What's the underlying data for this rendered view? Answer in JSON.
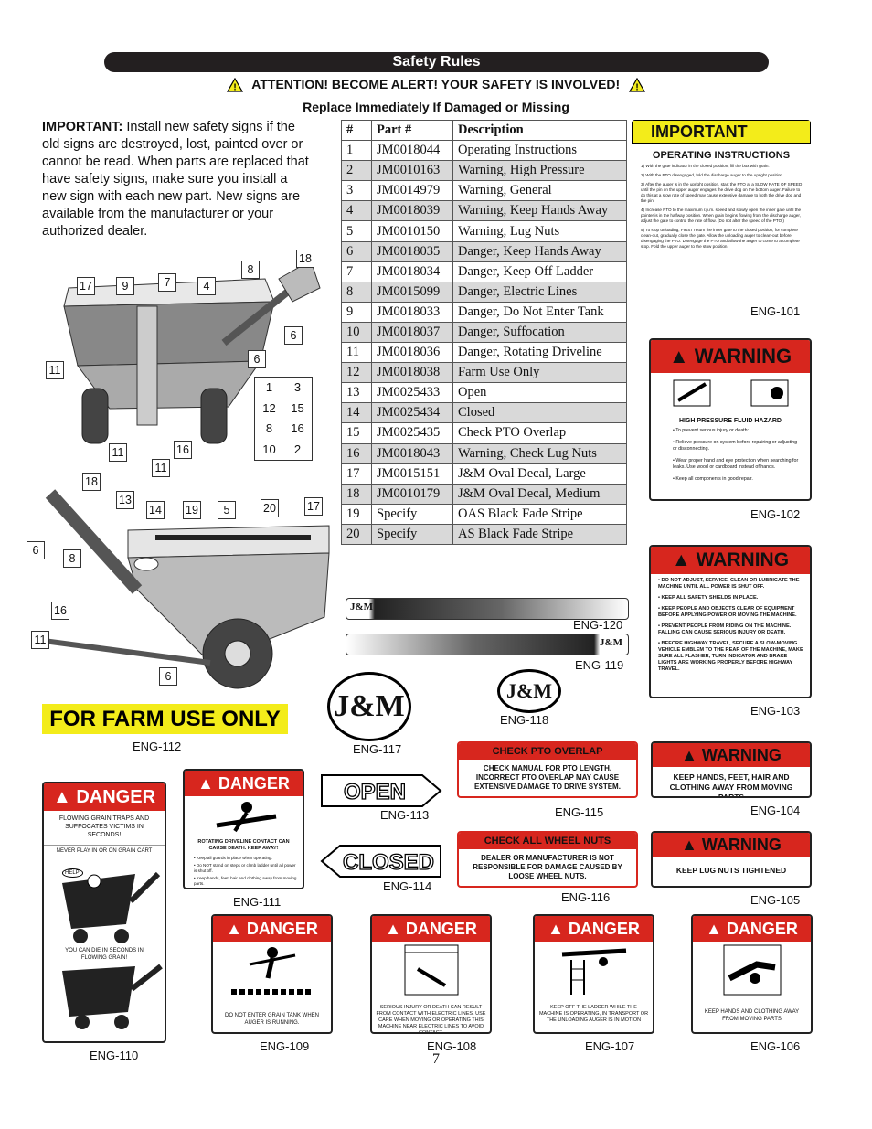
{
  "header": {
    "title": "Safety Rules",
    "attention": "ATTENTION!  BECOME ALERT!  YOUR SAFETY IS INVOLVED!",
    "replace": "Replace Immediately If Damaged or Missing"
  },
  "important_note": {
    "label": "IMPORTANT:",
    "text": " Install new safety signs if the old signs are destroyed, lost, painted over or cannot be read.  When parts are replaced that have safety signs, make sure you install a new sign with each new part.  New signs are available from the manufacturer or your authorized dealer."
  },
  "parts_table": {
    "headers": [
      "#",
      "Part #",
      "Description"
    ],
    "rows": [
      [
        "1",
        "JM0018044",
        "Operating Instructions"
      ],
      [
        "2",
        "JM0010163",
        "Warning, High Pressure"
      ],
      [
        "3",
        "JM0014979",
        "Warning, General"
      ],
      [
        "4",
        "JM0018039",
        "Warning, Keep Hands Away"
      ],
      [
        "5",
        "JM0010150",
        "Warning, Lug Nuts"
      ],
      [
        "6",
        "JM0018035",
        "Danger, Keep Hands Away"
      ],
      [
        "7",
        "JM0018034",
        "Danger, Keep Off Ladder"
      ],
      [
        "8",
        "JM0015099",
        "Danger, Electric Lines"
      ],
      [
        "9",
        "JM0018033",
        "Danger, Do Not Enter Tank"
      ],
      [
        "10",
        "JM0018037",
        "Danger, Suffocation"
      ],
      [
        "11",
        "JM0018036",
        "Danger, Rotating Driveline"
      ],
      [
        "12",
        "JM0018038",
        "Farm Use Only"
      ],
      [
        "13",
        "JM0025433",
        "Open"
      ],
      [
        "14",
        "JM0025434",
        "Closed"
      ],
      [
        "15",
        "JM0025435",
        "Check PTO Overlap"
      ],
      [
        "16",
        "JM0018043",
        "Warning, Check Lug Nuts"
      ],
      [
        "17",
        "JM0015151",
        "J&M Oval Decal, Large"
      ],
      [
        "18",
        "JM0010179",
        "J&M Oval Decal, Medium"
      ],
      [
        "19",
        "Specify",
        "OAS Black Fade Stripe"
      ],
      [
        "20",
        "Specify",
        "AS Black Fade Stripe"
      ]
    ]
  },
  "diagram": {
    "top_callouts": [
      "17",
      "9",
      "7",
      "4",
      "8",
      "18",
      "6",
      "6",
      "11",
      "11",
      "16",
      "11"
    ],
    "grid": [
      "1",
      "3",
      "12",
      "15",
      "8",
      "16",
      "10",
      "2"
    ],
    "side_callouts": [
      "18",
      "13",
      "14",
      "19",
      "5",
      "20",
      "17",
      "6",
      "8",
      "16",
      "11",
      "6"
    ]
  },
  "signs": {
    "eng101": {
      "code": "ENG-101",
      "title": "IMPORTANT",
      "subtitle": "OPERATING INSTRUCTIONS",
      "items": [
        "1)  With the gate indicator in the closed position, fill the box with grain.",
        "2)  With the PTO disengaged, fold the discharge auger to the upright position.",
        "3)  After the auger is in the upright position, start the PTO at a SLOW RATE OF SPEED until the pin on the upper auger engages the drive dog on the bottom auger. Failure to do this at a slow rate of speed may cause extensive damage to both the drive dog and the pin.",
        "4)  Increase PTO to the maximum r.p.m. speed and slowly open the inner gate until the pointer is in the halfway position.  When grain begins flowing from the discharge auger, adjust the gate to control the rate of flow. (Do not alter the speed of the PTO.)",
        "5)  To stop unloading, FIRST return the inner gate to the closed position, for complete clean-out, gradually close the gate.  Allow the unloading auger to clean-out before disengaging the PTO.  Disengage the PTO and allow the auger to come to a complete stop.  Fold the upper auger to the stow position."
      ]
    },
    "eng102": {
      "code": "ENG-102",
      "title": "WARNING",
      "heading": "HIGH PRESSURE FLUID HAZARD",
      "items": [
        "To prevent serious injury or death:",
        "Relieve pressure on system before repairing or adjusting or disconnecting.",
        "Wear proper hand and eye protection when searching for leaks.  Use wood or cardboard instead of hands.",
        "Keep all components in good repair."
      ]
    },
    "eng103": {
      "code": "ENG-103",
      "title": "WARNING",
      "items": [
        "DO NOT ADJUST, SERVICE, CLEAN OR LUBRICATE THE MACHINE UNTIL ALL POWER IS SHUT OFF.",
        "KEEP ALL SAFETY SHIELDS IN PLACE.",
        "KEEP PEOPLE AND OBJECTS CLEAR OF EQUIPMENT BEFORE APPLYING POWER OR MOVING THE MACHINE.",
        "PREVENT PEOPLE FROM RIDING ON THE MACHINE.  FALLING CAN CAUSE SERIOUS INJURY OR DEATH.",
        "BEFORE HIGHWAY TRAVEL, SECURE A SLOW-MOVING VEHICLE EMBLEM TO THE REAR OF THE MACHINE, MAKE SURE ALL FLASHER, TURN INDICATOR AND BRAKE LIGHTS ARE WORKING PROPERLY BEFORE HIGHWAY TRAVEL."
      ]
    },
    "eng104": {
      "code": "ENG-104",
      "title": "WARNING",
      "text": "KEEP HANDS, FEET, HAIR AND CLOTHING AWAY FROM MOVING PARTS"
    },
    "eng105": {
      "code": "ENG-105",
      "title": "WARNING",
      "text": "KEEP LUG NUTS TIGHTENED"
    },
    "eng115": {
      "code": "ENG-115",
      "title": "CHECK PTO OVERLAP",
      "text": "CHECK MANUAL FOR PTO LENGTH. INCORRECT PTO OVERLAP MAY CAUSE EXTENSIVE DAMAGE TO DRIVE SYSTEM."
    },
    "eng116": {
      "code": "ENG-116",
      "title": "CHECK ALL WHEEL NUTS",
      "text": "DEALER OR MANUFACTURER IS NOT RESPONSIBLE FOR DAMAGE CAUSED BY LOOSE WHEEL NUTS."
    },
    "eng113": {
      "code": "ENG-113",
      "text": "OPEN"
    },
    "eng114": {
      "code": "ENG-114",
      "text": "CLOSED"
    },
    "eng120": {
      "code": "ENG-120"
    },
    "eng119": {
      "code": "ENG-119"
    },
    "eng118": {
      "code": "ENG-118"
    },
    "eng117": {
      "code": "ENG-117"
    },
    "eng112": {
      "code": "ENG-112",
      "text": "FOR FARM USE ONLY"
    },
    "eng110": {
      "code": "ENG-110",
      "title": "DANGER",
      "line1": "FLOWING GRAIN TRAPS AND SUFFOCATES VICTIMS IN SECONDS!",
      "line2": "NEVER PLAY IN OR ON GRAIN CART",
      "help": "HELP!",
      "line3": "YOU CAN DIE IN SECONDS IN FLOWING GRAIN!"
    },
    "eng111": {
      "code": "ENG-111",
      "title": "DANGER",
      "heading": "ROTATING DRIVELINE CONTACT CAN CAUSE DEATH.  KEEP AWAY!",
      "items": [
        "Keep all guards in place when operating.",
        "Do NOT stand on steps or climb ladder until all power is shut off.",
        "Keep hands, feet, hair and clothing away from moving parts."
      ]
    },
    "eng109": {
      "code": "ENG-109",
      "title": "DANGER",
      "text": "DO NOT ENTER GRAIN TANK WHEN AUGER IS RUNNING."
    },
    "eng108": {
      "code": "ENG-108",
      "title": "DANGER",
      "text": "SERIOUS INJURY OR DEATH CAN RESULT FROM CONTACT WITH ELECTRIC LINES. USE CARE WHEN MOVING OR OPERATING THIS MACHINE NEAR ELECTRIC LINES TO AVOID CONTACT."
    },
    "eng107": {
      "code": "ENG-107",
      "title": "DANGER",
      "text": "KEEP OFF THE LADDER WHILE THE MACHINE IS OPERATING, IN TRANSPORT OR THE UNLOADING AUGER IS IN MOTION"
    },
    "eng106": {
      "code": "ENG-106",
      "title": "DANGER",
      "text": "KEEP HANDS AND CLOTHING AWAY FROM MOVING PARTS"
    }
  },
  "logo_text": "J&M",
  "page_number": "7",
  "colors": {
    "banner": "#231f20",
    "warning_red": "#d7261e",
    "important_yellow": "#f3ec1a",
    "row_shade": "#d9d9d9"
  }
}
